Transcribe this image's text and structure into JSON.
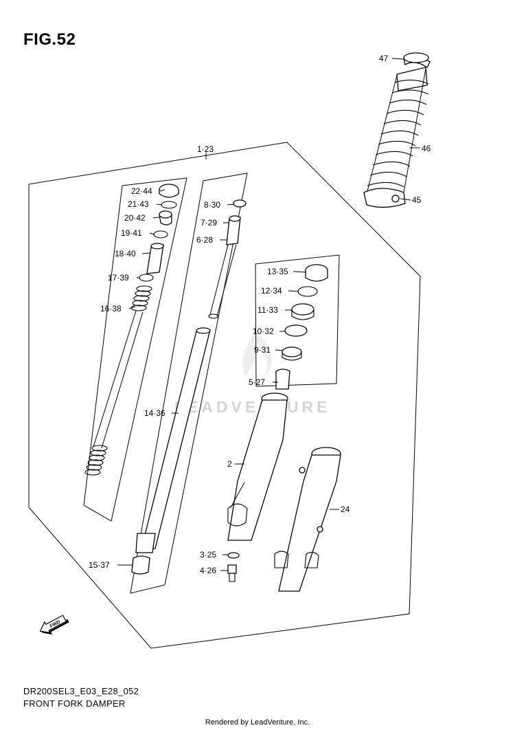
{
  "figure": {
    "title": "FIG.52",
    "model_code": "DR200SEL3_E03_E28_052",
    "diagram_name": "FRONT FORK DAMPER",
    "credit": "Rendered by LeadVenture, Inc.",
    "watermark": "LEADVENTURE"
  },
  "callouts": {
    "c47": "47",
    "c46": "46",
    "c45": "45",
    "c1_23": "1·23",
    "c22_44": "22·44",
    "c21_43": "21·43",
    "c20_42": "20·42",
    "c19_41": "19·41",
    "c18_40": "18·40",
    "c17_39": "17·39",
    "c16_38": "16·38",
    "c8_30": "8·30",
    "c7_29": "7·29",
    "c6_28": "6·28",
    "c13_35": "13·35",
    "c12_34": "12·34",
    "c11_33": "11·33",
    "c10_32": "10·32",
    "c9_31": "9·31",
    "c5_27": "5·27",
    "c14_36": "14·36",
    "c2": "2",
    "c24": "24",
    "c3_25": "3·25",
    "c4_26": "4·26",
    "c15_37": "15·37"
  },
  "icons": {
    "fwd_arrow": "FWD"
  }
}
